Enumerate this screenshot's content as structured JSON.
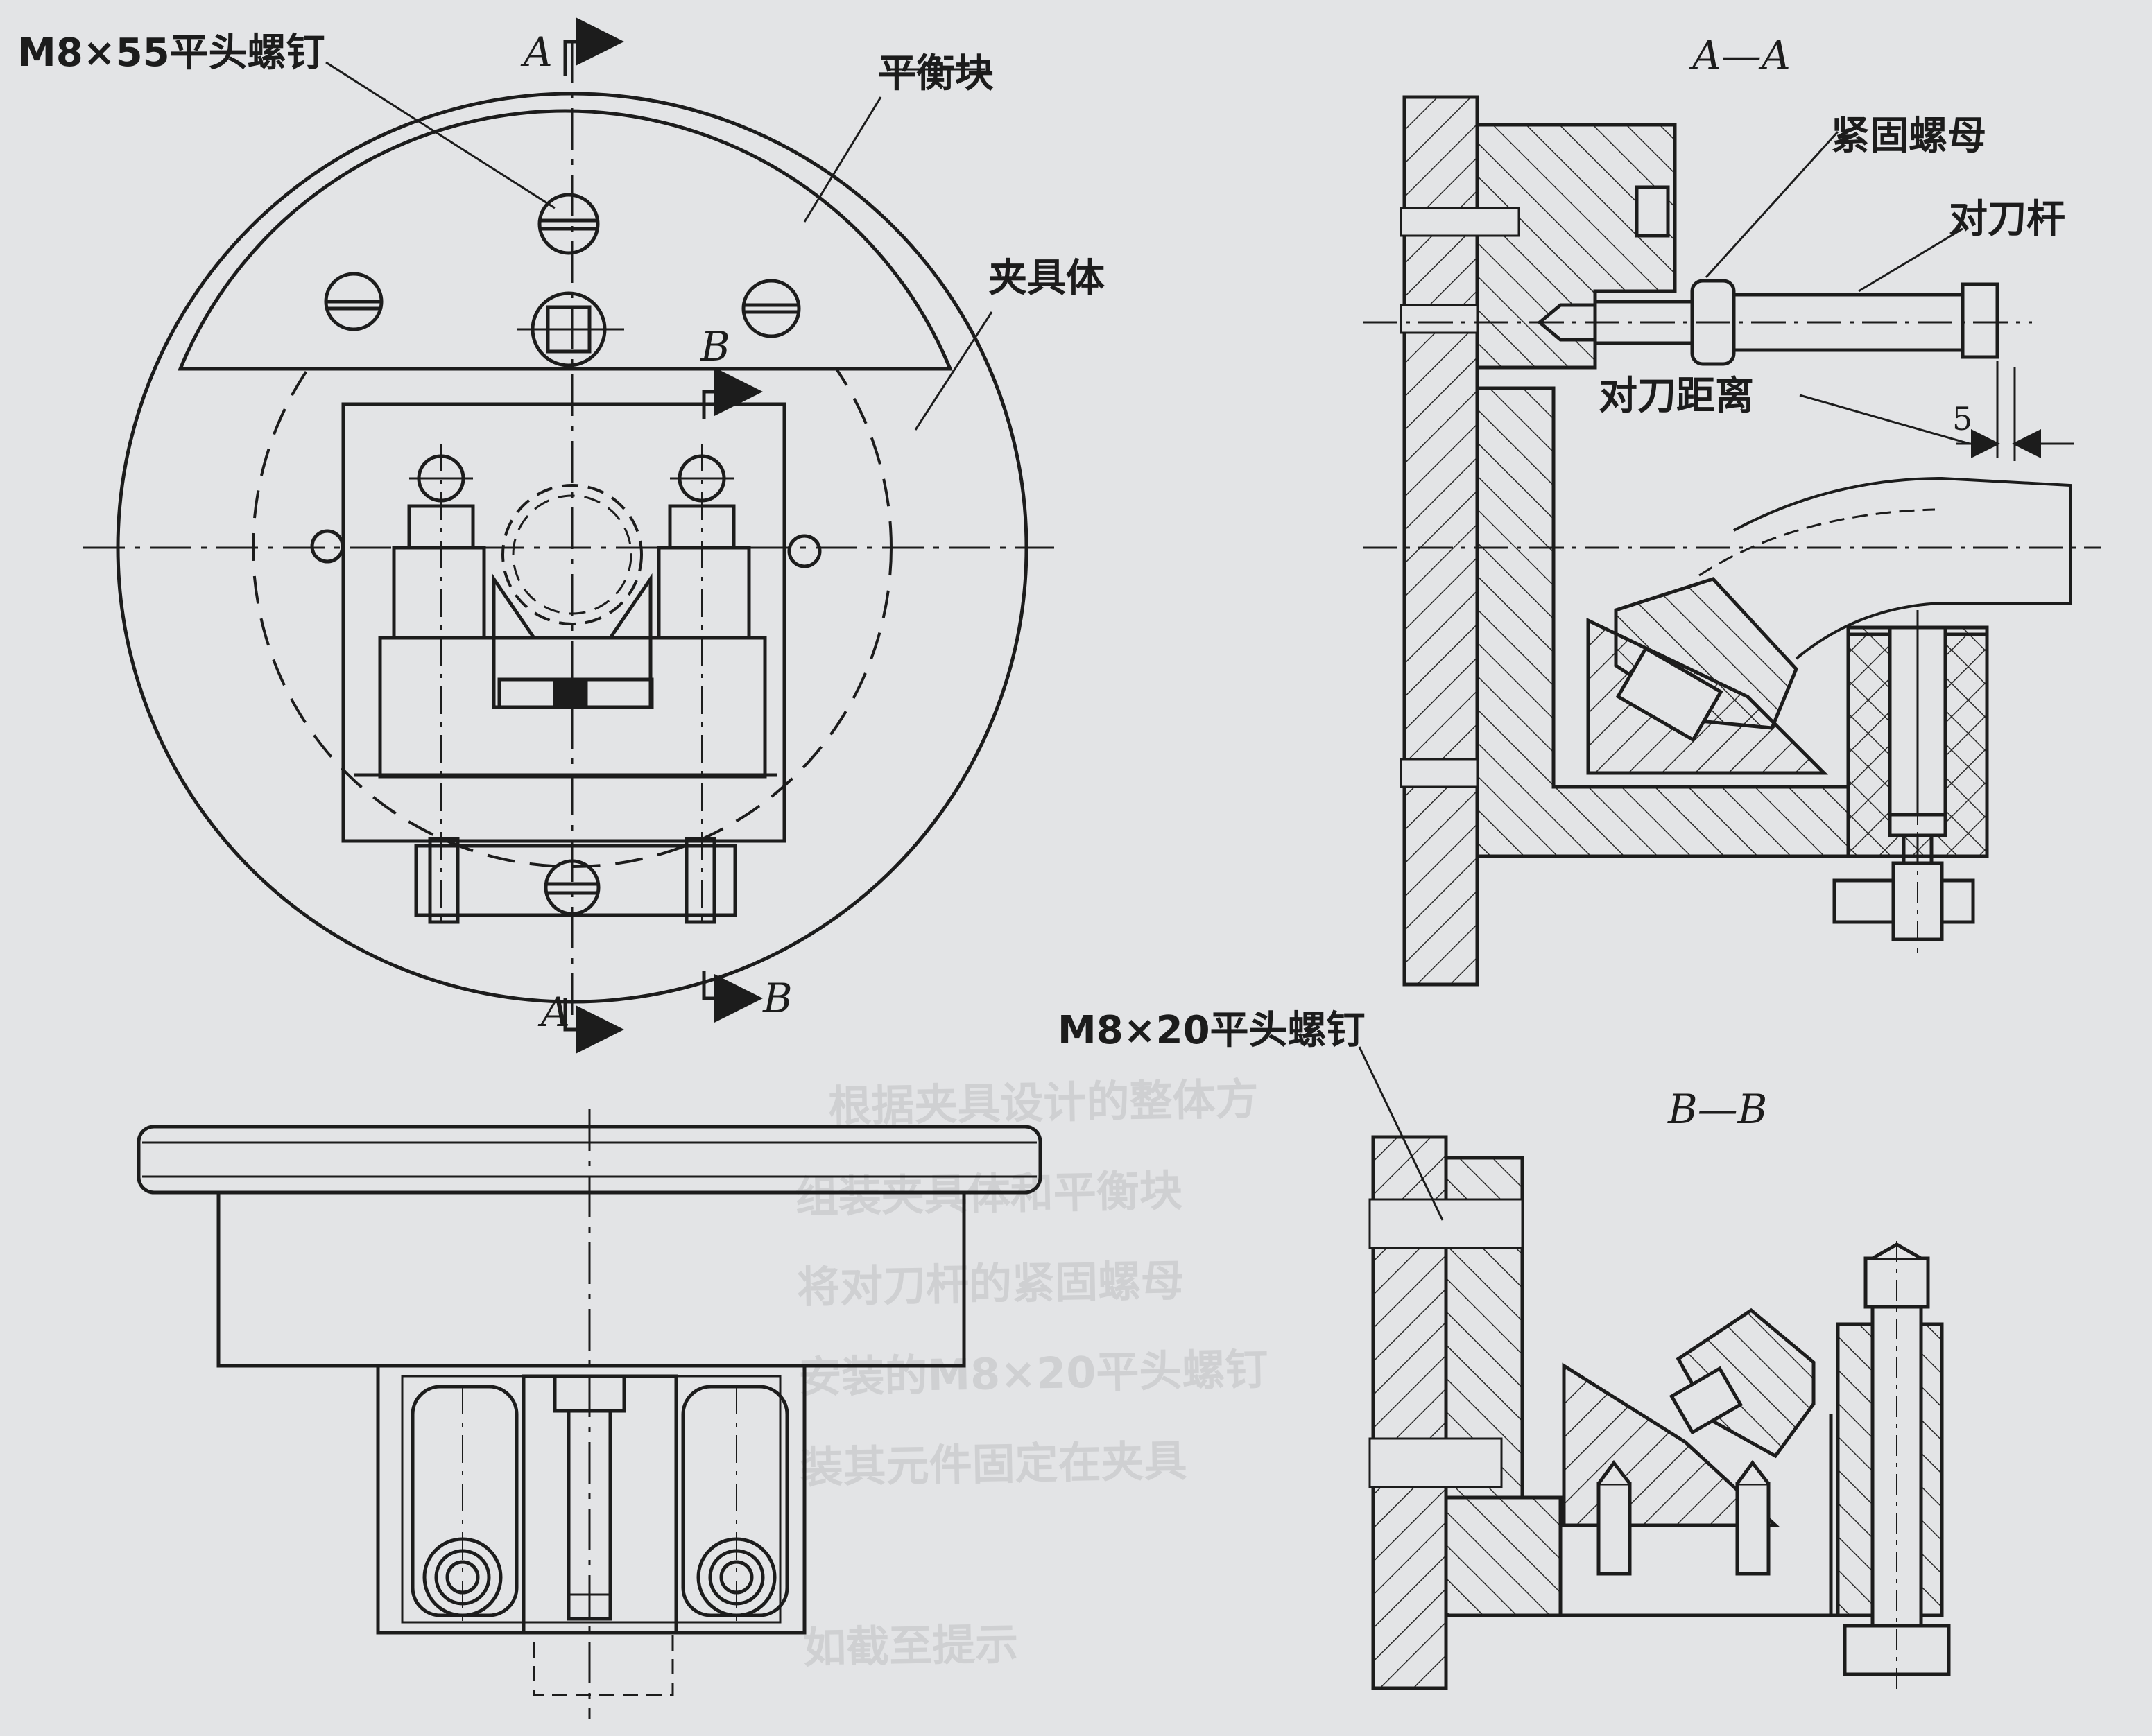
{
  "palette": {
    "paper": "#e3e4e6",
    "ink": "#1c1c1c",
    "hatch": "#2a2a2a",
    "bleed": "#c9cacd"
  },
  "labels": {
    "screw_m8x55": "M8×55平头螺钉",
    "balance_block": "平衡块",
    "fixture_body": "夹具体",
    "lock_nut": "紧固螺母",
    "setting_bar": "对刀杆",
    "setting_distance": "对刀距离",
    "screw_m8x20": "M8×20平头螺钉"
  },
  "section_marks": {
    "a_top": "A",
    "a_bottom": "A",
    "b_top": "B",
    "b_bottom": "B",
    "section_aa": "A—A",
    "section_bb": "B—B"
  },
  "dimensions": {
    "setting_distance_value": "5"
  },
  "bleed_through_text": [
    "根据夹具设计的整体方",
    "组装夹具体和平衡块",
    "将对刀杆的紧固螺母",
    "安装的M8×20平头螺钉",
    "装其元件固定在夹具",
    "如截至提示"
  ]
}
